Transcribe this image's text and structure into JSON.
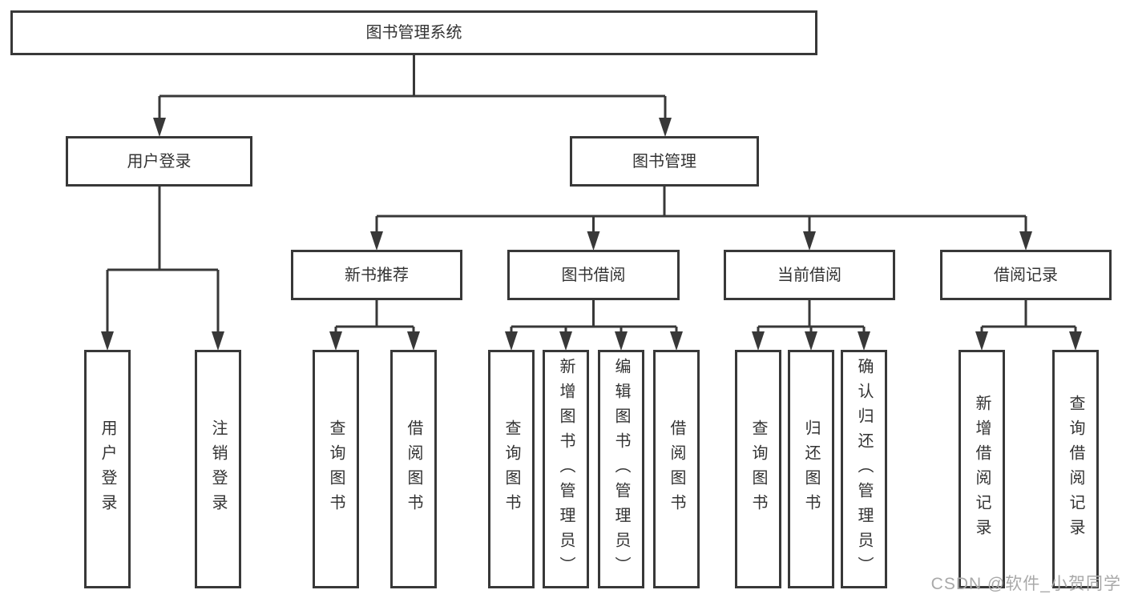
{
  "diagram": {
    "root": {
      "label": "图书管理系统"
    },
    "level2": [
      {
        "label": "用户登录"
      },
      {
        "label": "图书管理"
      }
    ],
    "level3": [
      {
        "label": "新书推荐"
      },
      {
        "label": "图书借阅"
      },
      {
        "label": "当前借阅"
      },
      {
        "label": "借阅记录"
      }
    ],
    "level4": {
      "user_login_children": [
        {
          "label": "用户登录"
        },
        {
          "label": "注销登录"
        }
      ],
      "new_book_children": [
        {
          "label": "查询图书"
        },
        {
          "label": "借阅图书"
        }
      ],
      "book_borrow_children": [
        {
          "label": "查询图书"
        },
        {
          "label": "新增图书（管理员）"
        },
        {
          "label": "编辑图书（管理员）"
        },
        {
          "label": "借阅图书"
        }
      ],
      "current_borrow_children": [
        {
          "label": "查询图书"
        },
        {
          "label": "归还图书"
        },
        {
          "label": "确认归还（管理员）"
        }
      ],
      "borrow_record_children": [
        {
          "label": "新增借阅记录"
        },
        {
          "label": "查询借阅记录"
        }
      ]
    }
  },
  "watermark": {
    "label": "CSDN @软件_小贺同学"
  },
  "colors": {
    "line": "#383838",
    "text": "#333333",
    "watermark": "#a9a9a9",
    "background": "#ffffff"
  }
}
